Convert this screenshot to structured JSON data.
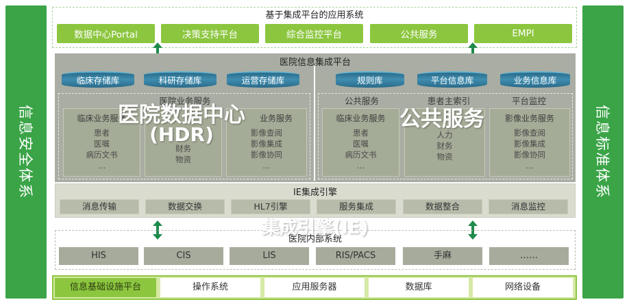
{
  "left_column": {
    "label": "信息安全体系"
  },
  "right_column": {
    "label": "信息标准体系"
  },
  "apps": {
    "title": "基于集成平台的应用系统",
    "items": [
      "数据中心Portal",
      "决策支持平台",
      "综合监控平台",
      "公共服务",
      "EMPI"
    ]
  },
  "hospital_platform": {
    "title": "医院信息集成平台",
    "left_cylinders": [
      "临床存储库",
      "科研存储库",
      "运营存储库"
    ],
    "right_cylinders": [
      "规则库",
      "平台信息库",
      "业务信息库"
    ],
    "left_section_label": "医院业务服务",
    "left_modules": [
      {
        "title": "临床业务服务",
        "items": [
          "患者",
          "医嘱",
          "病历文书",
          "…"
        ]
      },
      {
        "title": "",
        "items": [
          "财务",
          "物资"
        ]
      },
      {
        "title": "业务服务",
        "items": [
          "影像查阅",
          "影像集成",
          "影像协同",
          "…"
        ]
      }
    ],
    "right_section_labels": [
      "公共服务",
      "患者主索引",
      "平台监控"
    ],
    "right_modules": [
      {
        "title": "临床业务服务",
        "items": [
          "患者",
          "医嘱",
          "病历文书",
          "…"
        ]
      },
      {
        "title": "",
        "items": [
          "人力",
          "财务",
          "物资"
        ]
      },
      {
        "title": "影像业务服务",
        "items": [
          "影像查阅",
          "影像集成",
          "影像协同",
          "…"
        ]
      }
    ],
    "overlay_left": {
      "line1": "医院数据中心",
      "line2": "(HDR)"
    },
    "overlay_right": "公共服务"
  },
  "ie_engine": {
    "title": "IE集成引擎",
    "items": [
      "消息传输",
      "数据交换",
      "HL7引擎",
      "服务集成",
      "数据整合",
      "消息监控"
    ],
    "overlay": "集成引擎(IE)"
  },
  "internal_systems": {
    "title": "医院内部系统",
    "items": [
      "HIS",
      "CIS",
      "LIS",
      "RIS/PACS",
      "手麻",
      "……"
    ]
  },
  "infrastructure": {
    "title": "信息基础设施平台",
    "items": [
      "操作系统",
      "应用服务器",
      "数据库",
      "网络设备"
    ]
  },
  "colors": {
    "side": "#3aa447",
    "green_button": "#8cc63f",
    "cylinder": "#3a87a8",
    "gray_panel": "#a9ada3"
  }
}
